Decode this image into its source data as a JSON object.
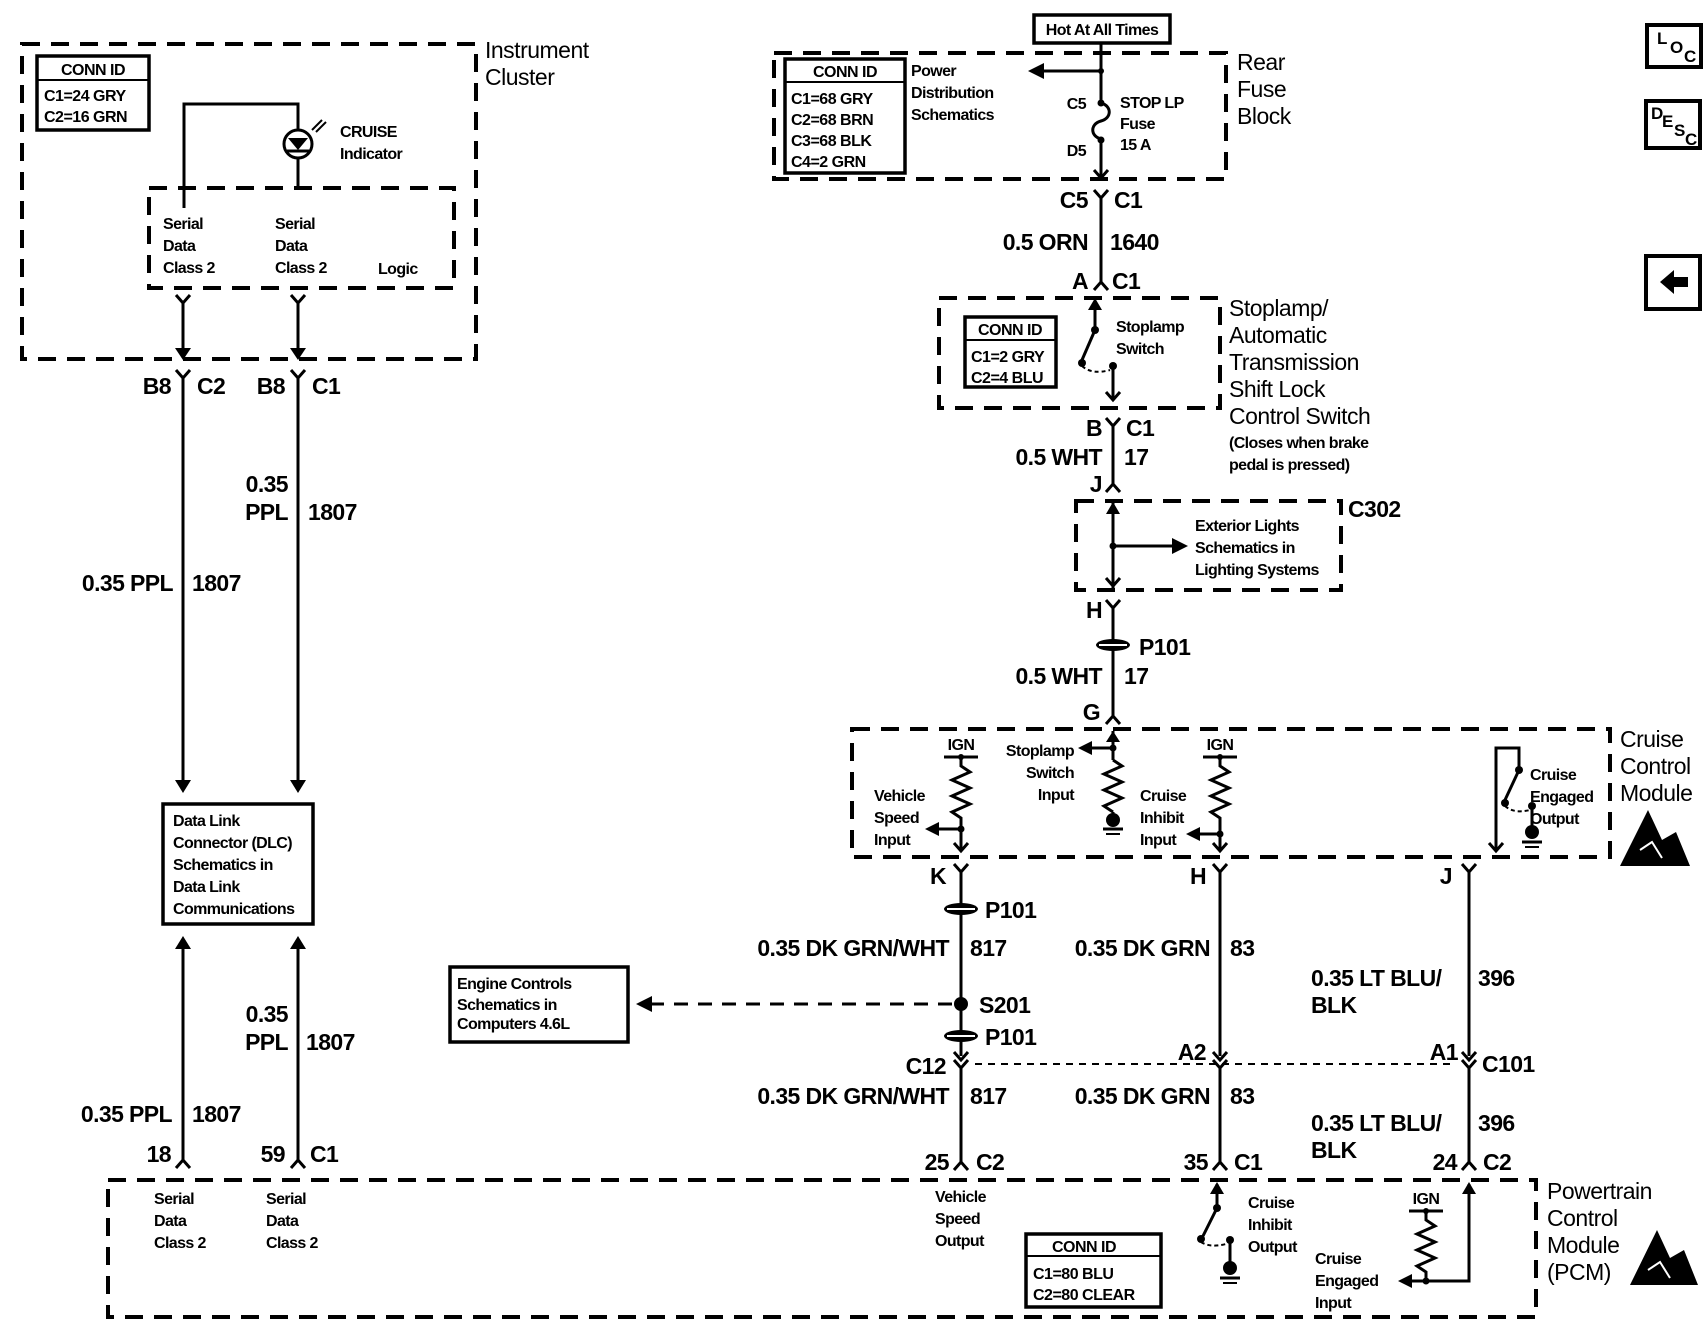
{
  "diagram": {
    "title": "Cruise Control Wiring Schematic",
    "nav": {
      "loc_label": [
        "L",
        "O",
        "C"
      ],
      "desc_label": [
        "D",
        "E",
        "S",
        "C"
      ],
      "back_icon": "left-arrow-icon"
    },
    "instrument_cluster": {
      "title_lines": [
        "Instrument",
        "Cluster"
      ],
      "conn_id": {
        "header": "CONN ID",
        "rows": [
          "C1=24 GRY",
          "C2=16 GRN"
        ]
      },
      "indicator_lines": [
        "CRUISE",
        "Indicator"
      ],
      "logic_inputs": [
        {
          "lines": [
            "Serial",
            "Data",
            "Class 2"
          ]
        },
        {
          "lines": [
            "Serial",
            "Data",
            "Class 2"
          ]
        }
      ],
      "logic_label": "Logic",
      "terminals": [
        {
          "pin": "B8",
          "conn": "C2"
        },
        {
          "pin": "B8",
          "conn": "C1"
        }
      ]
    },
    "left_wires": {
      "upper": [
        {
          "gauge_color": "0.35 PPL",
          "circuit": "1807"
        },
        {
          "gauge_lines": [
            "0.35",
            "PPL"
          ],
          "circuit": "1807"
        }
      ],
      "lower": [
        {
          "gauge_color": "0.35 PPL",
          "circuit": "1807"
        },
        {
          "gauge_lines": [
            "0.35",
            "PPL"
          ],
          "circuit": "1807"
        }
      ]
    },
    "dlc_box": {
      "lines": [
        "Data Link",
        "Connector (DLC)",
        "Schematics in",
        "Data Link",
        "Communications"
      ]
    },
    "rear_fuse_block": {
      "hot_label": "Hot At All Times",
      "title_lines": [
        "Rear",
        "Fuse",
        "Block"
      ],
      "conn_id": {
        "header": "CONN ID",
        "rows": [
          "C1=68 GRY",
          "C2=68 BRN",
          "C3=68 BLK",
          "C4=2 GRN"
        ]
      },
      "power_dist_lines": [
        "Power",
        "Distribution",
        "Schematics"
      ],
      "fuse_top_pin": "C5",
      "fuse_bottom_pin": "D5",
      "fuse_lines": [
        "STOP LP",
        "Fuse",
        "15 A"
      ],
      "terminal": {
        "pin": "C5",
        "conn": "C1"
      }
    },
    "wire_1640": {
      "gauge_color": "0.5 ORN",
      "circuit": "1640"
    },
    "stoplamp_switch": {
      "terminal_top": {
        "pin": "A",
        "conn": "C1"
      },
      "title_lines": [
        "Stoplamp/",
        "Automatic",
        "Transmission",
        "Shift Lock",
        "Control Switch"
      ],
      "note_lines": [
        "(Closes when brake",
        "pedal is pressed)"
      ],
      "conn_id": {
        "header": "CONN ID",
        "rows": [
          "C1=2 GRY",
          "C2=4 BLU"
        ]
      },
      "switch_lines": [
        "Stoplamp",
        "Switch"
      ],
      "terminal_bottom": {
        "pin": "B",
        "conn": "C1"
      }
    },
    "wire_17_a": {
      "gauge_color": "0.5 WHT",
      "circuit": "17"
    },
    "c302": {
      "pin_top": "J",
      "label": "C302",
      "ref_lines": [
        "Exterior Lights",
        "Schematics in",
        "Lighting Systems"
      ],
      "pin_bottom": "H"
    },
    "p101_a": "P101",
    "wire_17_b": {
      "gauge_color": "0.5 WHT",
      "circuit": "17"
    },
    "cruise_module": {
      "pin_top": "G",
      "title_lines": [
        "Cruise",
        "Control",
        "Module"
      ],
      "ign_label_1": "IGN",
      "ign_label_2": "IGN",
      "vehicle_speed_lines": [
        "Vehicle",
        "Speed",
        "Input"
      ],
      "stoplamp_input_lines": [
        "Stoplamp",
        "Switch",
        "Input"
      ],
      "cruise_inhibit_lines": [
        "Cruise",
        "Inhibit",
        "Input"
      ],
      "cruise_engaged_lines": [
        "Cruise",
        "Engaged",
        "Output"
      ],
      "pins_bottom": [
        "K",
        "H",
        "J"
      ]
    },
    "p101_b": "P101",
    "wires_mid": [
      {
        "gauge_color": "0.35 DK GRN/WHT",
        "circuit": "817"
      },
      {
        "gauge_color": "0.35 DK GRN",
        "circuit": "83"
      },
      {
        "gauge_lines": [
          "0.35 LT BLU/",
          "BLK"
        ],
        "circuit": "396"
      }
    ],
    "engine_controls_box": {
      "lines": [
        "Engine Controls",
        "Schematics in",
        "Computers  4.6L"
      ]
    },
    "splice": "S201",
    "p101_c": "P101",
    "c101": {
      "pins": [
        "C12",
        "A2",
        "A1"
      ],
      "label": "C101"
    },
    "wires_low": [
      {
        "gauge_color": "0.35 DK GRN/WHT",
        "circuit": "817"
      },
      {
        "gauge_color": "0.35 DK GRN",
        "circuit": "83"
      },
      {
        "gauge_lines": [
          "0.35 LT BLU/",
          "BLK"
        ],
        "circuit": "396"
      }
    ],
    "pcm": {
      "title_lines": [
        "Powertrain",
        "Control",
        "Module",
        "(PCM)"
      ],
      "terminals": [
        {
          "pin": "18",
          "conn": ""
        },
        {
          "pin": "59",
          "conn": "C1"
        },
        {
          "pin": "25",
          "conn": "C2"
        },
        {
          "pin": "35",
          "conn": "C1"
        },
        {
          "pin": "24",
          "conn": "C2"
        }
      ],
      "serial_1_lines": [
        "Serial",
        "Data",
        "Class 2"
      ],
      "serial_2_lines": [
        "Serial",
        "Data",
        "Class 2"
      ],
      "vss_out_lines": [
        "Vehicle",
        "Speed",
        "Output"
      ],
      "conn_id": {
        "header": "CONN ID",
        "rows": [
          "C1=80 BLU",
          "C2=80 CLEAR"
        ]
      },
      "inhibit_out_lines": [
        "Cruise",
        "Inhibit",
        "Output"
      ],
      "ign_label": "IGN",
      "engaged_in_lines": [
        "Cruise",
        "Engaged",
        "Input"
      ]
    }
  }
}
